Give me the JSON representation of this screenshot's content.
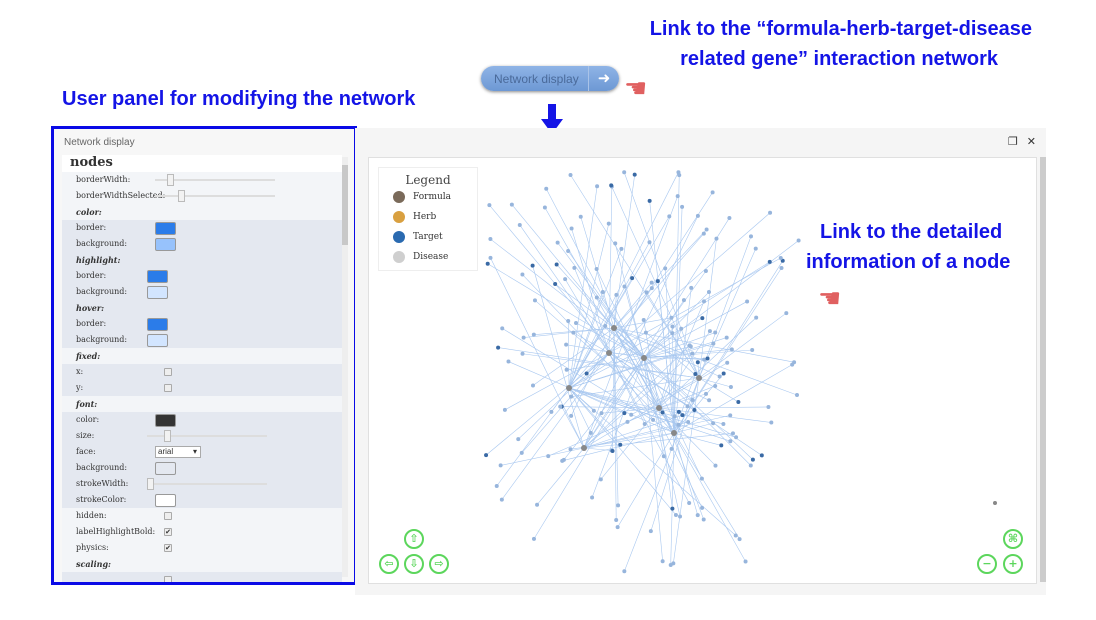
{
  "annotations": {
    "user_panel": "User panel for modifying the network",
    "link_network_1": "Link to the “formula-herb-target-disease",
    "link_network_2": "related gene” interaction network",
    "link_node_1": "Link to the detailed",
    "link_node_2": "information of a node"
  },
  "nav_button": {
    "label": "Network display",
    "arrow": "➜"
  },
  "panel": {
    "title": "Network display",
    "rows": [
      {
        "label": "nodes",
        "type": "title"
      },
      {
        "label": "borderWidth:",
        "type": "slider",
        "v": 0.1,
        "bg": "l"
      },
      {
        "label": "borderWidthSelected:",
        "type": "slider",
        "v": 0.2,
        "bg": "l"
      },
      {
        "label": "color:",
        "type": "sec",
        "bg": "l"
      },
      {
        "label": "border:",
        "type": "swatch",
        "color": "#2b7ce9",
        "bg": "g"
      },
      {
        "label": "background:",
        "type": "swatch",
        "color": "#97c2fc",
        "bg": "g"
      },
      {
        "label": "highlight:",
        "type": "sec",
        "bg": "g"
      },
      {
        "label": "border:",
        "type": "swatch",
        "color": "#2b7ce9",
        "bg": "g",
        "x": 85
      },
      {
        "label": "background:",
        "type": "swatch",
        "color": "#d2e5ff",
        "bg": "g",
        "x": 85
      },
      {
        "label": "hover:",
        "type": "sec",
        "bg": "g"
      },
      {
        "label": "border:",
        "type": "swatch",
        "color": "#2b7ce9",
        "bg": "g",
        "x": 85
      },
      {
        "label": "background:",
        "type": "swatch",
        "color": "#d2e5ff",
        "bg": "g",
        "x": 85
      },
      {
        "label": "fixed:",
        "type": "sec",
        "bg": "l"
      },
      {
        "label": "x:",
        "type": "check",
        "checked": false,
        "bg": "g"
      },
      {
        "label": "y:",
        "type": "check",
        "checked": false,
        "bg": "g"
      },
      {
        "label": "font:",
        "type": "sec",
        "bg": "l"
      },
      {
        "label": "color:",
        "type": "swatch",
        "color": "#343434",
        "bg": "g"
      },
      {
        "label": "size:",
        "type": "slider",
        "v": 0.15,
        "bg": "g",
        "x": 85
      },
      {
        "label": "face:",
        "type": "select",
        "value": "arial",
        "bg": "g"
      },
      {
        "label": "background:",
        "type": "swatch",
        "color": "#e4e8f0",
        "bg": "g"
      },
      {
        "label": "strokeWidth:",
        "type": "slider",
        "v": 0.0,
        "bg": "g",
        "x": 85
      },
      {
        "label": "strokeColor:",
        "type": "swatch",
        "color": "#ffffff",
        "bg": "g"
      },
      {
        "label": "hidden:",
        "type": "check",
        "checked": false,
        "bg": "l"
      },
      {
        "label": "labelHighlightBold:",
        "type": "check",
        "checked": true,
        "bg": "l"
      },
      {
        "label": "physics:",
        "type": "check",
        "checked": true,
        "bg": "l"
      },
      {
        "label": "scaling:",
        "type": "sec",
        "bg": "l"
      },
      {
        "label": "",
        "type": "check",
        "checked": false,
        "bg": "g"
      }
    ]
  },
  "network": {
    "toolbar": {
      "restore": "❐",
      "close": "✕"
    },
    "legend": {
      "title": "Legend",
      "items": [
        {
          "label": "Formula",
          "color": "#7a6a5a"
        },
        {
          "label": "Herb",
          "color": "#d9a040"
        },
        {
          "label": "Target",
          "color": "#2a6ab0"
        },
        {
          "label": "Disease",
          "color": "#cfcfcf"
        }
      ]
    },
    "nav": {
      "up": "⇧",
      "down": "⇩",
      "left": "⇦",
      "right": "⇨",
      "fit": "⌘",
      "zoom_out": "−",
      "zoom_in": "+"
    },
    "colors": {
      "edge": "#a9c8f0",
      "node": "#97b5dc",
      "hub": "#3a6aa5"
    }
  }
}
